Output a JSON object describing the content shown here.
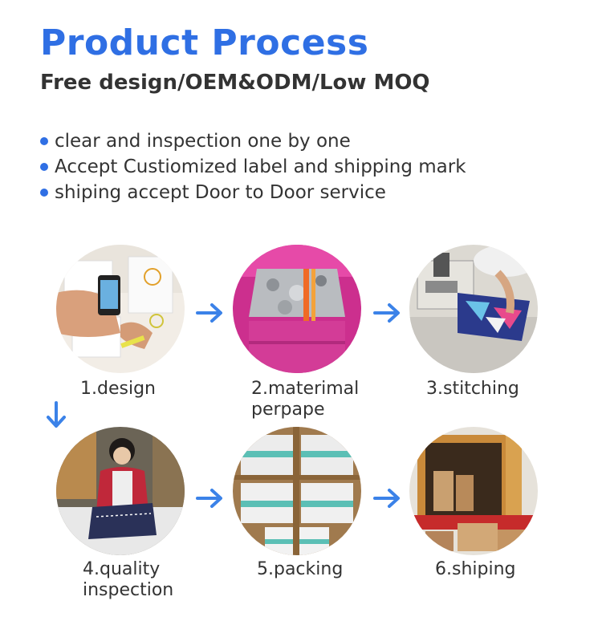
{
  "header": {
    "title": "Product Process",
    "subtitle": "Free design/OEM&ODM/Low MOQ"
  },
  "bullets": [
    "clear and inspection one by one",
    "Accept Custiomized label and shipping mark",
    "shiping accept Door to Door service"
  ],
  "steps": [
    {
      "line1": "1.design",
      "line2": ""
    },
    {
      "line1": "2.materimal",
      "line2": "perpape"
    },
    {
      "line1": "3.stitching",
      "line2": ""
    },
    {
      "line1": "4.quality",
      "line2": "inspection"
    },
    {
      "line1": "5.packing",
      "line2": ""
    },
    {
      "line1": "6.shiping",
      "line2": ""
    }
  ],
  "colors": {
    "accent": "#2f6fe4",
    "arrow": "#3b82e8",
    "text": "#333333"
  },
  "icons": [
    "arrow-right-icon",
    "arrow-down-icon"
  ]
}
